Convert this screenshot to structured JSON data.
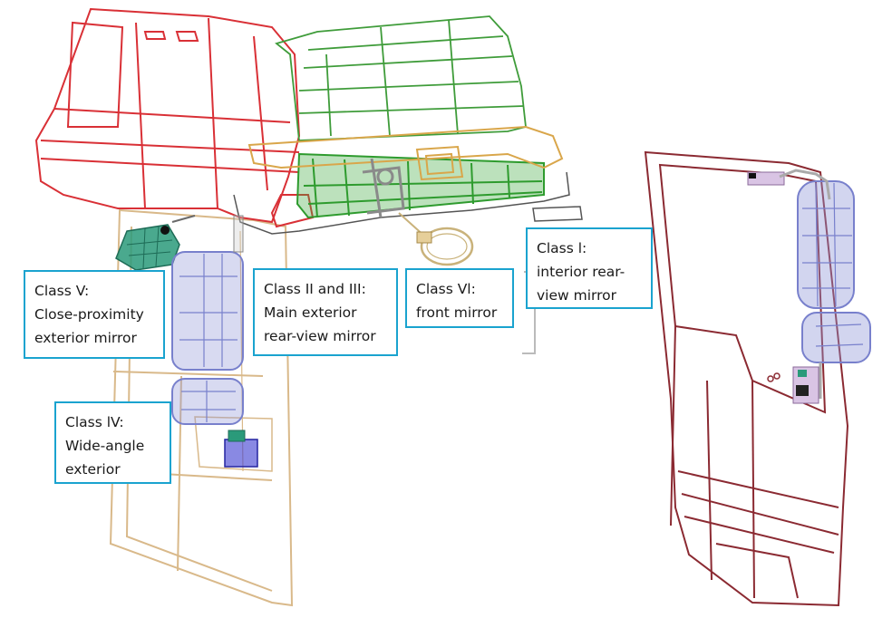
{
  "image": {
    "colors": {
      "cab_rear": "#d93036",
      "roof_green": "#3f9c3a",
      "bracket_gray": "#8a8a8a",
      "door_tan": "#d9b98a",
      "mirror_glass": "#8f96d6",
      "close_proximity_teal": "#2a9a7a",
      "door_dark_red": "#8b2a32",
      "callout_border": "#1aa3cf",
      "callout_text": "#1a1a1a"
    },
    "callouts": [
      {
        "id": "class-v",
        "lines": [
          "Class V:",
          "Close-proximity",
          "exterior mirror"
        ]
      },
      {
        "id": "class-ii-iii",
        "lines": [
          "Class II and III:",
          "Main exterior",
          "rear-view mirror"
        ]
      },
      {
        "id": "class-vi",
        "lines": [
          "Class Vl:",
          "front mirror"
        ]
      },
      {
        "id": "class-i",
        "lines": [
          "Class l:",
          "interior rear-",
          "view mirror"
        ]
      },
      {
        "id": "class-iv",
        "lines": [
          "Class lV:",
          "Wide-angle",
          "exterior"
        ]
      }
    ]
  }
}
